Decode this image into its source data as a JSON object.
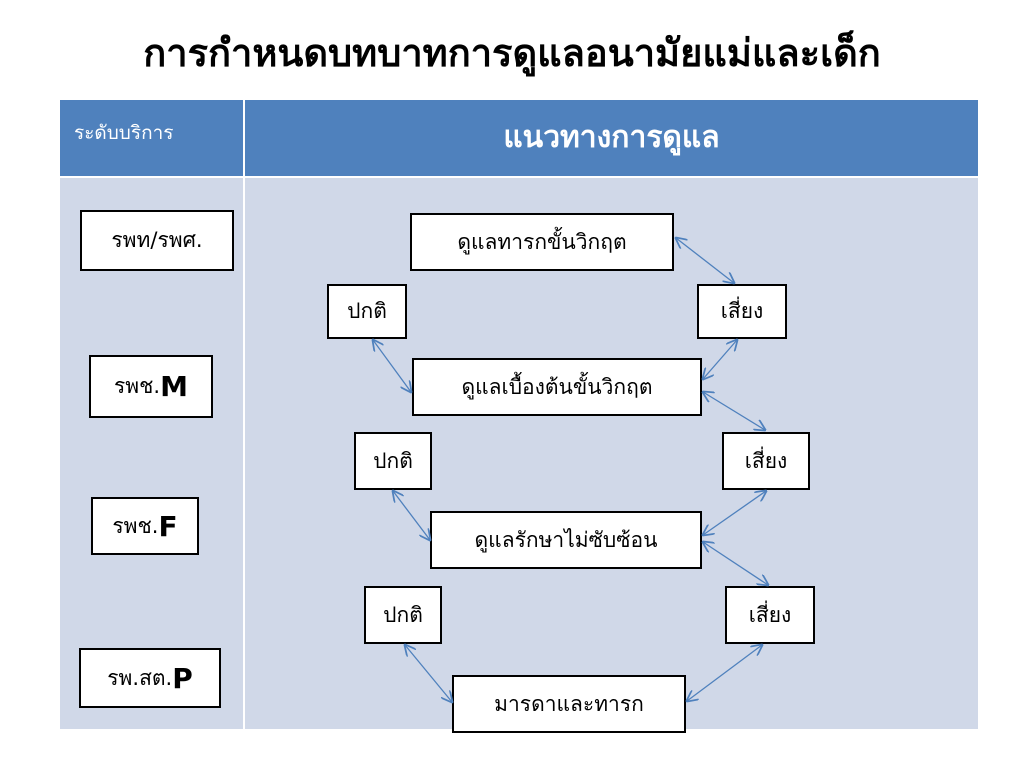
{
  "title": "การกำหนดบทบาทการดูแลอนามัยแม่และเด็ก",
  "header": {
    "col1": "ระดับบริการ",
    "col2": "แนวทางการดูแล"
  },
  "levels": [
    {
      "prefix": "รพท/รพศ.",
      "suffix": ""
    },
    {
      "prefix": "รพช.",
      "suffix": "M"
    },
    {
      "prefix": "รพช.",
      "suffix": "F"
    },
    {
      "prefix": "รพ.สต.",
      "suffix": "P"
    }
  ],
  "flow": {
    "critical_care": "ดูแลทารกขั้นวิกฤต",
    "basic_critical_care": "ดูแลเบื้องต้นขั้นวิกฤต",
    "uncomplicated_care": "ดูแลรักษาไม่ซับซ้อน",
    "mother_and_baby": "มารดาและทารก",
    "normal": "ปกติ",
    "risk": "เสี่ยง"
  },
  "colors": {
    "header": "#4f81bd",
    "body": "#d0d8e8",
    "arrow": "#4f81bd"
  }
}
